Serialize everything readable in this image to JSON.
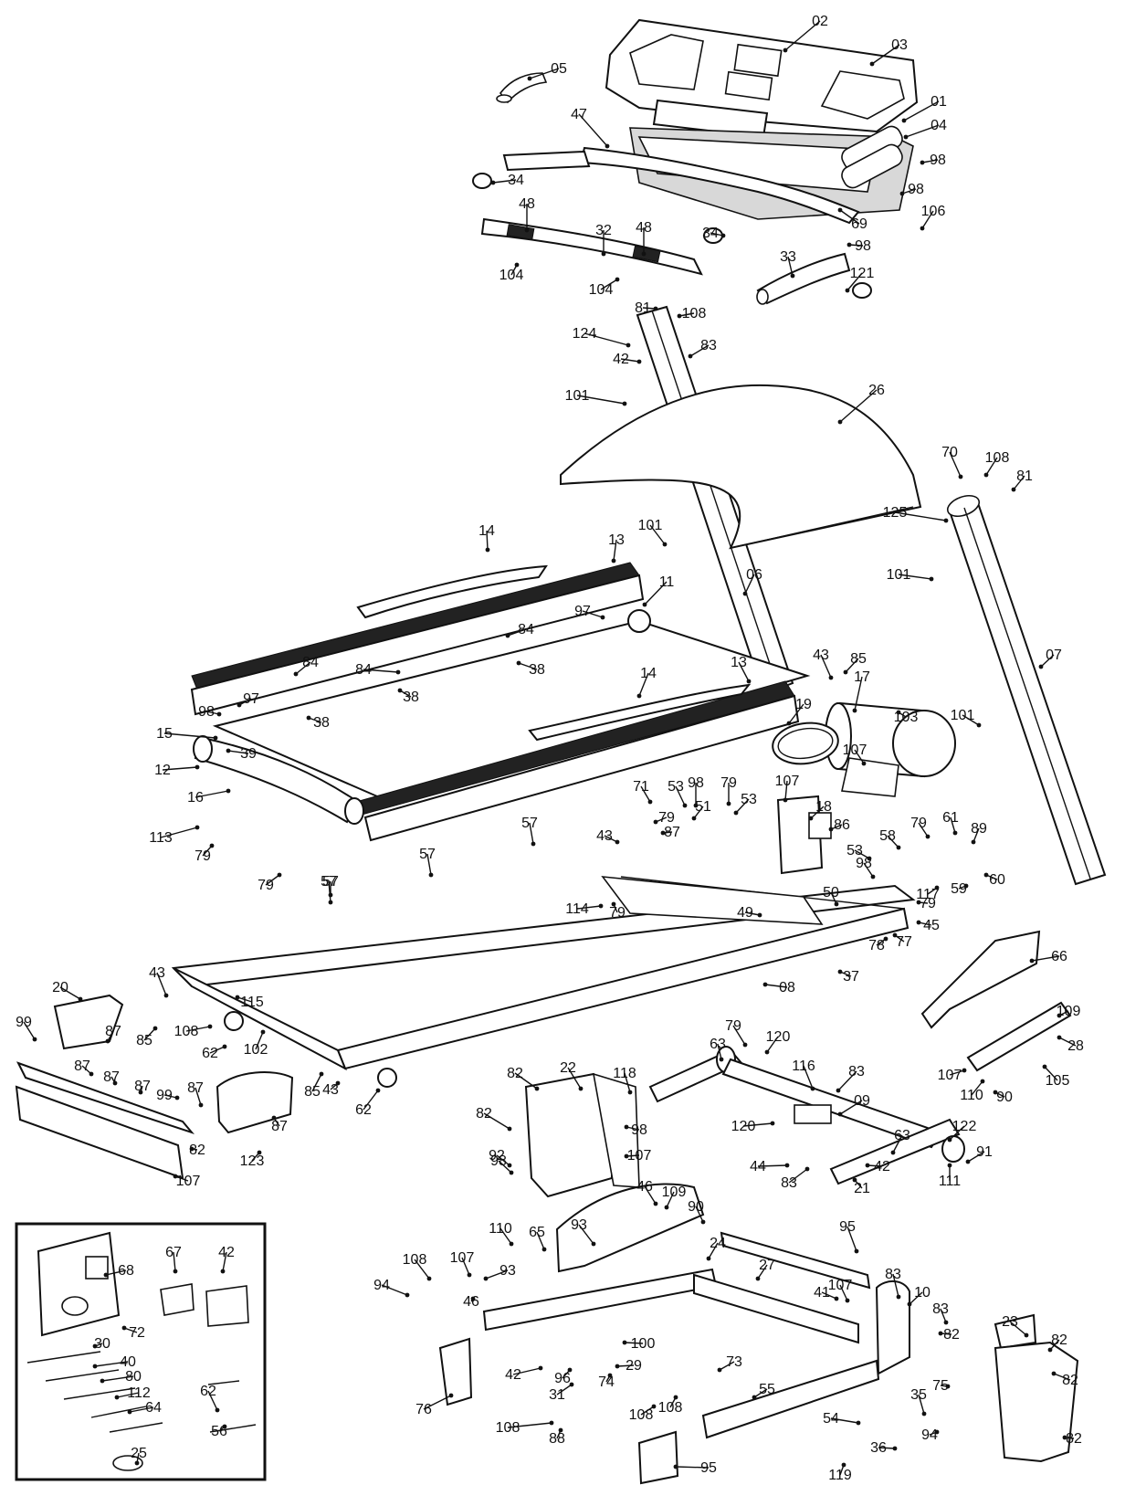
{
  "labels": [
    "02",
    "03",
    "05",
    "01",
    "04",
    "47",
    "98",
    "34",
    "98",
    "106",
    "48",
    "48",
    "32",
    "34",
    "69",
    "104",
    "104",
    "98",
    "33",
    "121",
    "81",
    "108",
    "124",
    "42",
    "83",
    "101",
    "26",
    "70",
    "108",
    "81",
    "125",
    "14",
    "13",
    "101",
    "06",
    "101",
    "07",
    "11",
    "97",
    "84",
    "84",
    "38",
    "84",
    "38",
    "13",
    "14",
    "43",
    "85",
    "97",
    "98",
    "38",
    "15",
    "39",
    "12",
    "16",
    "17",
    "103",
    "19",
    "107",
    "101",
    "71",
    "53",
    "98",
    "79",
    "51",
    "53",
    "107",
    "18",
    "79",
    "87",
    "86",
    "113",
    "79",
    "79",
    "57",
    "57",
    "57",
    "57",
    "43",
    "61",
    "89",
    "58",
    "79",
    "53",
    "98",
    "117",
    "59",
    "60",
    "114",
    "79",
    "50",
    "49",
    "79",
    "45",
    "78",
    "77",
    "43",
    "115",
    "37",
    "08",
    "20",
    "99",
    "87",
    "108",
    "85",
    "62",
    "102",
    "66",
    "79",
    "120",
    "109",
    "63",
    "28",
    "116",
    "83",
    "107",
    "105",
    "110",
    "90",
    "09",
    "85",
    "43",
    "62",
    "82",
    "22",
    "118",
    "87",
    "87",
    "87",
    "99",
    "87",
    "82",
    "98",
    "92",
    "120",
    "63",
    "122",
    "82",
    "98",
    "107",
    "44",
    "83",
    "91",
    "42",
    "111",
    "21",
    "87",
    "123",
    "107",
    "46",
    "109",
    "90",
    "110",
    "65",
    "93",
    "24",
    "108",
    "107",
    "93",
    "95",
    "94",
    "46",
    "83",
    "41",
    "107",
    "10",
    "27",
    "68",
    "67",
    "42",
    "83",
    "82",
    "72",
    "30",
    "100",
    "29",
    "73",
    "40",
    "42",
    "96",
    "74",
    "80",
    "31",
    "55",
    "62",
    "75",
    "112",
    "108",
    "108",
    "35",
    "76",
    "64",
    "108",
    "88",
    "94",
    "54",
    "56",
    "25",
    "36",
    "95",
    "119",
    "23",
    "82",
    "82",
    "82"
  ]
}
